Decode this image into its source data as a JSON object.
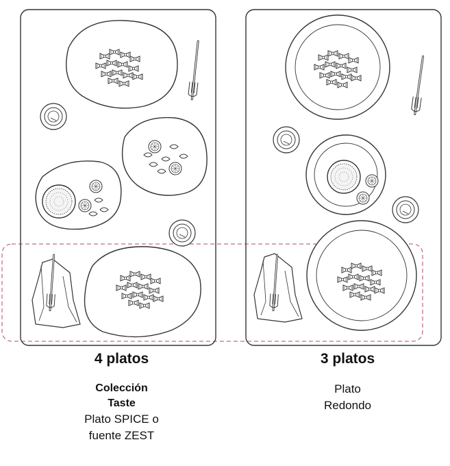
{
  "colors": {
    "stroke": "#333333",
    "dash": "#b4485a",
    "background": "#ffffff"
  },
  "icons": [
    "bowtie-pasta-icon",
    "fork-icon",
    "napkin-icon",
    "sauce-bowl-icon",
    "lemon-slice-icon",
    "risotto-bowl-icon"
  ],
  "left": {
    "title": "4 platos",
    "collection_line1": "Colección",
    "collection_line2": "Taste",
    "desc_line1": "Plato SPICE o",
    "desc_line2": "fuente ZEST"
  },
  "right": {
    "title": "3 platos",
    "desc_line1": "Plato",
    "desc_line2": "Redondo"
  }
}
